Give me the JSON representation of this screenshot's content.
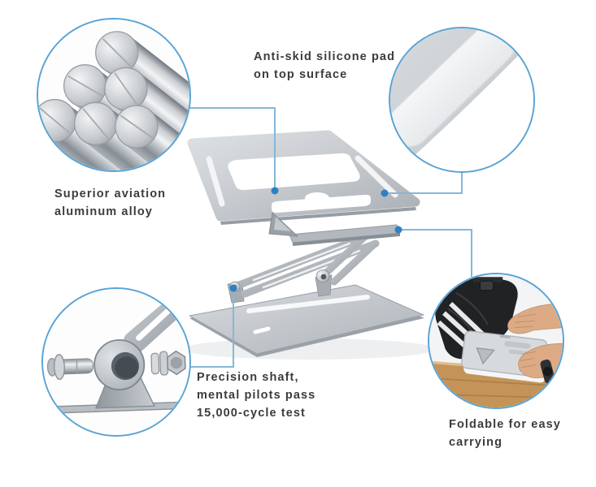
{
  "colors": {
    "background": "#ffffff",
    "circle_border_blue": "#58a3d6",
    "leader_line_blue": "#85b7da",
    "marker_dot_blue": "#2f80c3",
    "label_text": "#3c3c3c",
    "aluminum_silver": "#c6cace"
  },
  "callouts": {
    "silicone_pad": {
      "label": "Anti-skid silicone pad\non top surface",
      "photo": "silicone-pad-closeup-photo"
    },
    "aluminum_alloy": {
      "label": "Superior aviation\naluminum alloy",
      "photo": "aluminum-rods-photo"
    },
    "precision_shaft": {
      "label": "Precision shaft,\nmental pilots pass\n15,000-cycle test",
      "photo": "hinge-shaft-exploded-photo"
    },
    "foldable": {
      "label": "Foldable for easy\ncarrying",
      "photo": "folding-stand-into-backpack-photo"
    }
  },
  "product": {
    "illustration": "adjustable-aluminum-laptop-stand"
  }
}
